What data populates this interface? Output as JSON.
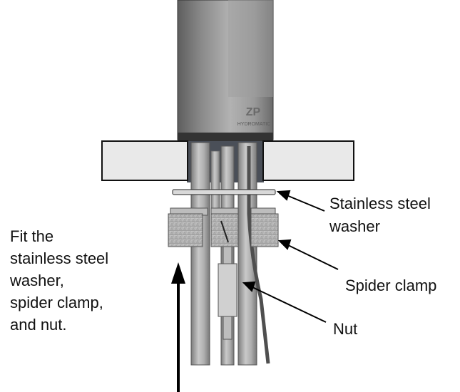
{
  "instruction": {
    "lines": [
      "Fit the",
      "stainless steel",
      "washer,",
      "spider clamp,",
      "and nut."
    ]
  },
  "callouts": {
    "washer": [
      "Stainless steel",
      "washer"
    ],
    "clamp": "Spider clamp",
    "nut": "Nut"
  },
  "motor": {
    "logo": "ZP",
    "brand": "HYDROMATIC"
  },
  "colors": {
    "line": "#111111",
    "motor": "#8c8c8c",
    "pipe": "#a9a9a9",
    "plate": "#e9e9e9",
    "clamp": "#b9b9b9"
  }
}
